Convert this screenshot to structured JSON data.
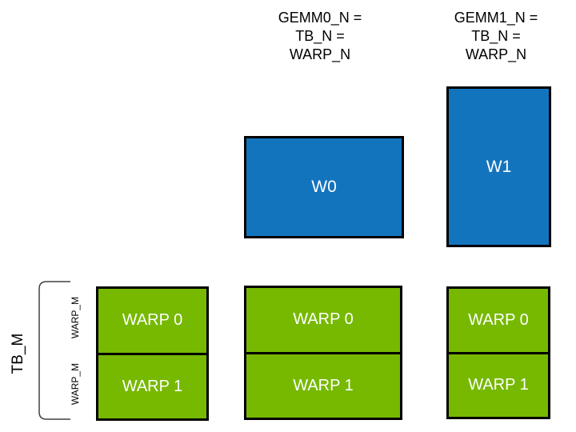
{
  "colors": {
    "blue": "#1374BE",
    "green": "#76B900",
    "box_border": "#000000",
    "bracket": "#404040",
    "header_text": "#000000",
    "box_text": "#FFFFFF"
  },
  "headers": [
    {
      "lines": [
        "GEMM0_N =",
        "TB_N =",
        "WARP_N"
      ]
    },
    {
      "lines": [
        "GEMM1_N =",
        "TB_N =",
        "WARP_N"
      ]
    }
  ],
  "blue_boxes": [
    {
      "label": "W0"
    },
    {
      "label": "W1"
    }
  ],
  "warp_groups": [
    {
      "cells": [
        "WARP 0",
        "WARP 1"
      ]
    },
    {
      "cells": [
        "WARP 0",
        "WARP 1"
      ]
    },
    {
      "cells": [
        "WARP 0",
        "WARP 1"
      ]
    }
  ],
  "side": {
    "tb_m": "TB_M",
    "warp_m_labels": [
      "WARP_M",
      "WARP_M"
    ]
  }
}
